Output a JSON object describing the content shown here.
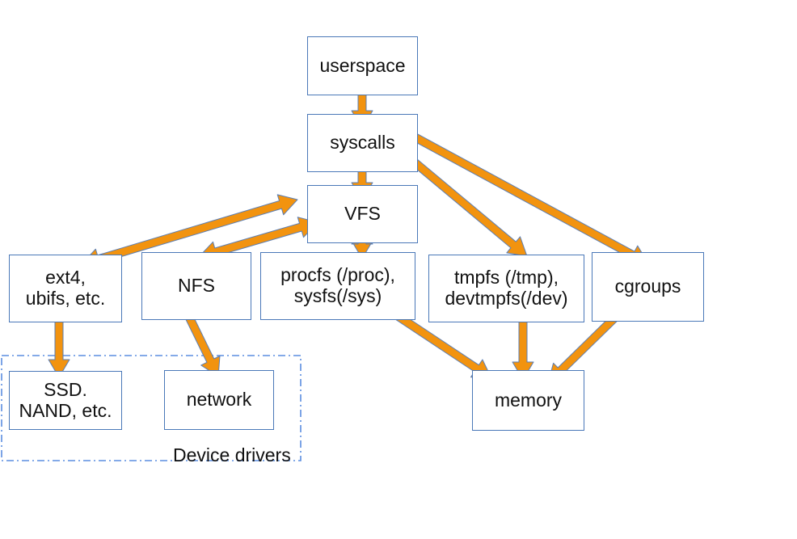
{
  "diagram": {
    "nodes": {
      "userspace": "userspace",
      "syscalls": "syscalls",
      "vfs": "VFS",
      "ext4": "ext4,\nubifs, etc.",
      "nfs": "NFS",
      "procfs": "procfs (/proc),\nsysfs(/sys)",
      "tmpfs": "tmpfs (/tmp),\ndevtmpfs(/dev)",
      "cgroups": "cgroups",
      "ssd": "SSD.\nNAND, etc.",
      "network": "network",
      "memory": "memory"
    },
    "group_label": "Device drivers",
    "edges": [
      {
        "from": "userspace",
        "to": "syscalls",
        "direction": "forward"
      },
      {
        "from": "syscalls",
        "to": "vfs",
        "direction": "forward"
      },
      {
        "from": "syscalls",
        "to": "tmpfs",
        "direction": "forward"
      },
      {
        "from": "syscalls",
        "to": "cgroups",
        "direction": "forward"
      },
      {
        "from": "vfs",
        "to": "ext4",
        "direction": "both"
      },
      {
        "from": "vfs",
        "to": "nfs",
        "direction": "both"
      },
      {
        "from": "vfs",
        "to": "procfs",
        "direction": "both"
      },
      {
        "from": "ext4",
        "to": "ssd",
        "direction": "forward"
      },
      {
        "from": "nfs",
        "to": "network",
        "direction": "forward"
      },
      {
        "from": "procfs",
        "to": "memory",
        "direction": "forward"
      },
      {
        "from": "tmpfs",
        "to": "memory",
        "direction": "forward"
      },
      {
        "from": "cgroups",
        "to": "memory",
        "direction": "forward"
      }
    ],
    "colors": {
      "arrow_fill": "#f2930f",
      "arrow_stroke": "#5b7fb6",
      "box_border": "#4a78b8",
      "group_border": "#5b8ee0"
    }
  }
}
